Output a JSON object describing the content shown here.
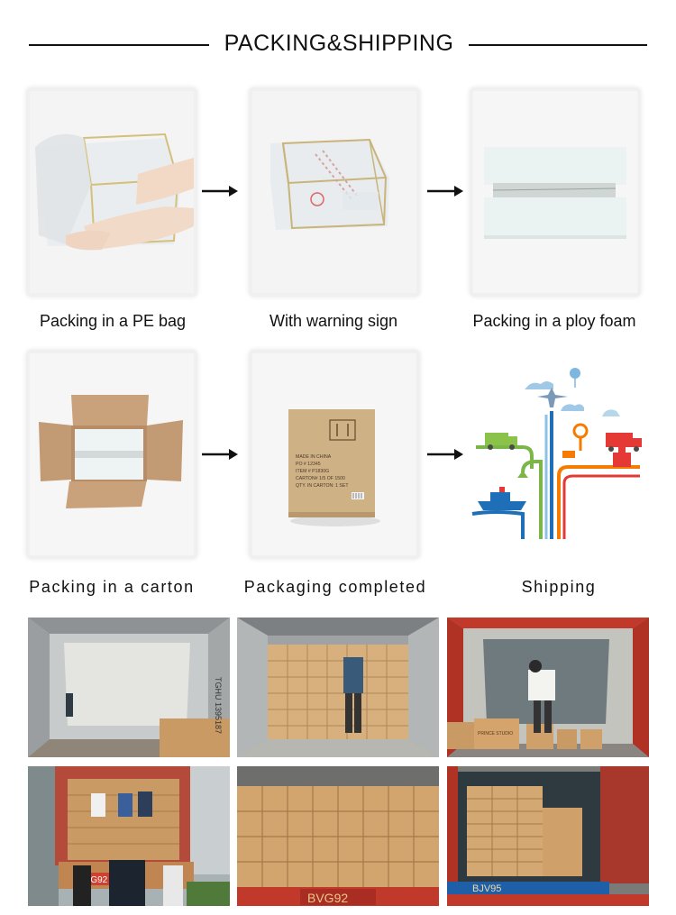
{
  "header": {
    "title": "PACKING&SHIPPING"
  },
  "steps": [
    {
      "caption": "Packing in a PE bag"
    },
    {
      "caption": "With warning sign"
    },
    {
      "caption": "Packing in a ploy foam"
    },
    {
      "caption": "Packing in a carton"
    },
    {
      "caption": "Packaging completed"
    },
    {
      "caption": "Shipping"
    }
  ],
  "carton_label": {
    "line1": "MADE IN CHINA",
    "line2": "PO # 12345",
    "line3": "ITEM # P1830G",
    "line4": "CARTON# 1/5    OF 1500",
    "line5": "QTY. IN CARTON: 1 SET"
  },
  "photos": {
    "container_number": "TGHU 1395187",
    "box_brand": "PRINCE STUDIO",
    "plate_1": "BVG92",
    "plate_2": "BVG92",
    "plate_3": "BJV95"
  }
}
